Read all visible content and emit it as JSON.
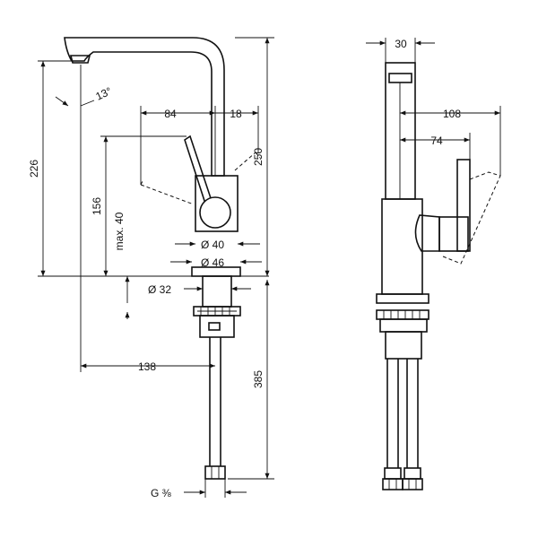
{
  "dimensions": {
    "spout_width": "84",
    "body_offset": "18",
    "angle": "13°",
    "height_spout": "226",
    "height_lever": "156",
    "max_deck": "max. 40",
    "total_height": "250",
    "dia_40": "Ø 40",
    "dia_46": "Ø 46",
    "dia_32": "Ø 32",
    "reach": "138",
    "hose_length": "385",
    "thread": "G ⅜",
    "side_width": "30",
    "side_depth": "108",
    "side_lever": "74"
  }
}
